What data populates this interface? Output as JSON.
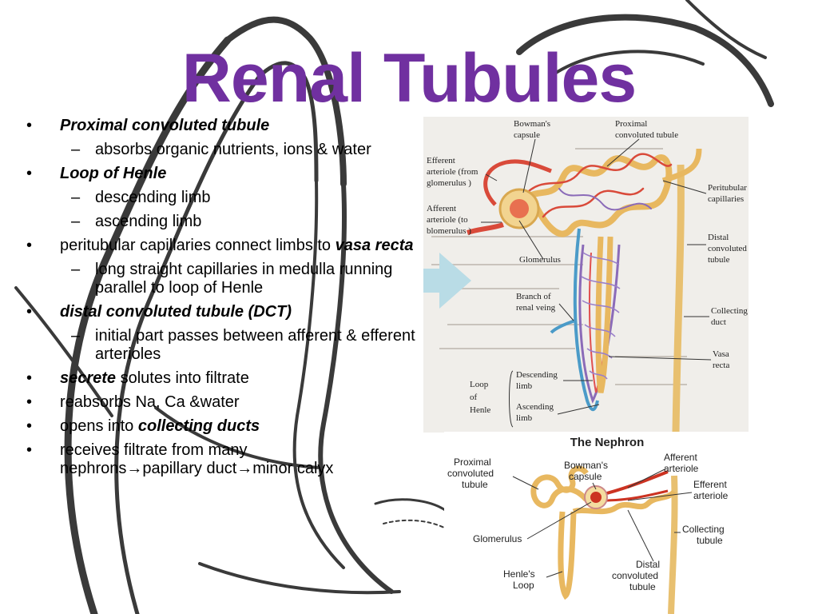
{
  "slide": {
    "title": "Renal Tubules",
    "title_color": "#7030a0",
    "bullets": [
      {
        "text": "Proximal convoluted tubule"
      },
      {
        "text": "absorbs organic nutrients, ions & water"
      },
      {
        "text": "Loop of Henle"
      },
      {
        "text": "descending limb"
      },
      {
        "text": "ascending limb"
      },
      {
        "text": "peritubular capillaries connect limbs to",
        "em": "vasa recta"
      },
      {
        "text": "long straight capillaries  in  medulla running parallel to loop of Henle"
      },
      {
        "text": "distal convoluted tubule (DCT)"
      },
      {
        "text": "initial part passes between afferent & efferent arterioles"
      },
      {
        "em": "secrete",
        "text": " solutes into  filtrate"
      },
      {
        "text": "reabsorbs Na, Ca &water"
      },
      {
        "text": "opens into ",
        "em": "collecting ducts"
      },
      {
        "text_1": "receives filtrate from many nephrons",
        "text_2": "papillary duct",
        "text_3": "minor calyx",
        "arrow": "→"
      }
    ]
  },
  "figure_top": {
    "labels": {
      "bowmans_capsule": [
        "Bowman's",
        "capsule"
      ],
      "proximal_tubule": [
        "Proximal",
        "convoluted tubule"
      ],
      "efferent_arteriole": [
        "Efferent",
        "arteriole (from",
        "glomerulus )"
      ],
      "afferent_arteriole": [
        "Afferent",
        "arteriole (to",
        "blomerulus )"
      ],
      "peritubular_capillaries": [
        "Peritubular",
        "capillaries"
      ],
      "distal_tubule": [
        "Distal",
        "convoluted",
        "tubule"
      ],
      "glomerulus": "Glomerulus",
      "renal_vein": [
        "Branch of",
        "renal veing"
      ],
      "collecting_duct": [
        "Collecting",
        "duct"
      ],
      "vasa_recta": [
        "Vasa",
        "recta"
      ],
      "descending_limb": [
        "Descending",
        "limb"
      ],
      "ascending_limb": [
        "Ascending",
        "limb"
      ],
      "loop_of_henle": [
        "Loop",
        "of",
        "Henle"
      ]
    }
  },
  "figure_bottom": {
    "title": "The Nephron",
    "labels": {
      "proximal": [
        "Proximal",
        "convoluted",
        "tubule"
      ],
      "bowmans": [
        "Bowman's",
        "capsule"
      ],
      "afferent": [
        "Afferent",
        "arteriole"
      ],
      "efferent": [
        "Efferent",
        "arteriole"
      ],
      "glomerulus": "Glomerulus",
      "collecting": [
        "Collecting",
        "tubule"
      ],
      "distal": [
        "Distal",
        "convoluted",
        "tubule"
      ],
      "henles": [
        "Henle's",
        "Loop"
      ]
    }
  },
  "colors": {
    "tubule": "#e8b860",
    "artery": "#cc3322",
    "vein": "#4b9bc8",
    "capillary": "#8b6bb8",
    "background_outline": "#3c3c3c"
  }
}
